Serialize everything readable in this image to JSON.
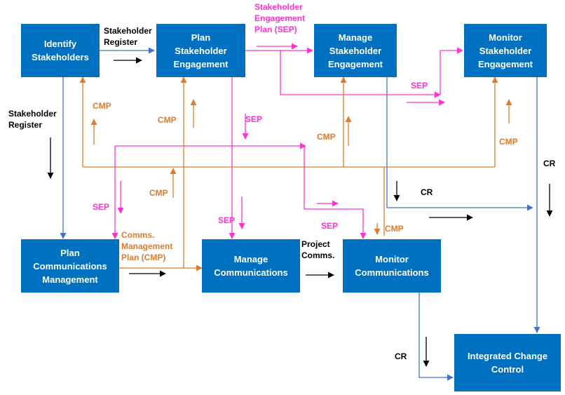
{
  "processes": {
    "identify": "Identify\nStakeholders",
    "plan_se": "Plan\nStakeholder\nEngagement",
    "manage_se": "Manage\nStakeholder\nEngagement",
    "monitor_se": "Monitor\nStakeholder\nEngagement",
    "plan_cm": "Plan\nCommunications\nManagement",
    "manage_c": "Manage\nCommunications",
    "monitor_c": "Monitor\nCommunications",
    "icc": "Integrated Change\nControl"
  },
  "labels": {
    "stakeholder_register_top": "Stakeholder\nRegister",
    "stakeholder_register_left": "Stakeholder\nRegister",
    "sep_plan": "Stakeholder\nEngagement\nPlan (SEP)",
    "sep": "SEP",
    "cmp": "CMP",
    "cmp_plan": "Comms.\nManagement\nPlan (CMP)",
    "project_comms": "Project\nComms.",
    "cr": "CR"
  },
  "colors": {
    "box": "#0070c0",
    "blue_line": "#4472c4",
    "pink_line": "#ff33cc",
    "orange_line": "#e07b2b",
    "black_arrow": "#000000"
  }
}
